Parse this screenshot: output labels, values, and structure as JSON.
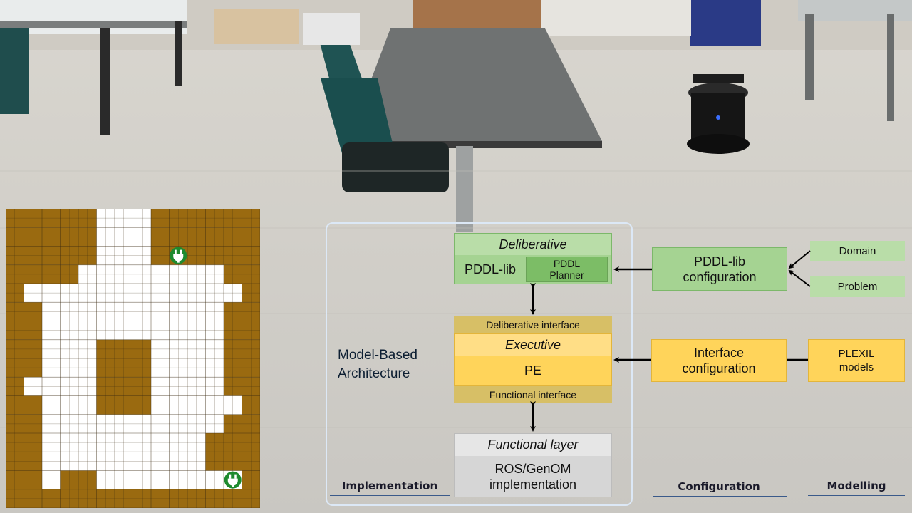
{
  "architecture": {
    "title": "Model-Based Architecture",
    "title_lines": [
      "Model-Based",
      "Architecture"
    ],
    "deliberative": {
      "header": "Deliberative",
      "lib": "PDDL-lib",
      "planner_lines": [
        "PDDL",
        "Planner"
      ]
    },
    "deliberative_interface": "Deliberative interface",
    "executive": {
      "header": "Executive",
      "body": "PE"
    },
    "functional_interface": "Functional interface",
    "functional": {
      "header": "Functional layer",
      "body_lines": [
        "ROS/GenOM",
        "implementation"
      ]
    }
  },
  "configuration": {
    "pddl_config_lines": [
      "PDDL-lib",
      "configuration"
    ],
    "interface_config_lines": [
      "Interface",
      "configuration"
    ]
  },
  "modelling": {
    "domain": "Domain",
    "problem": "Problem",
    "plexil_lines": [
      "PLEXIL",
      "models"
    ]
  },
  "columns": {
    "implementation": "Implementation",
    "configuration": "Configuration",
    "modelling": "Modelling"
  },
  "map": {
    "cols": 14,
    "rows": 16,
    "free_color": "#ffffff",
    "occupied_color": "#9a6a10",
    "grid_line_color": "#3a2a10",
    "charger_color": "#1e8a2e",
    "rows_data": [
      "BBBBBFFFBBBBBB",
      "BBBBBFFFBBBBBB",
      "BBBBBFFFBBBBBB",
      "BBBBFFFFFFFFBB",
      "BFFFFFFFFFFFFB",
      "BBFFFFFFFFFFBB",
      "BBFFFFFFFFFFBB",
      "BBFFFBBBFFFFBB",
      "BBFFFBBBFFFFBB",
      "BFFFFBBBFFFFBB",
      "BBFFFBBBFFFFFB",
      "BBFFFFFFFFFFBB",
      "BBFFFFFFFFFBBB",
      "BBFFFFFFFFFBBB",
      "BBFBBFFFFFFFFB",
      "BBBBBBBBBBBBBB"
    ],
    "chargers": [
      {
        "col": 9,
        "row": 2,
        "icon": "charging-plug-icon"
      },
      {
        "col": 12,
        "row": 14,
        "icon": "charging-plug-icon"
      }
    ]
  },
  "colors": {
    "green": "#a5d392",
    "yellow": "#ffd45a",
    "gray": "#d6d6d6",
    "frame": "#dce8f6"
  }
}
